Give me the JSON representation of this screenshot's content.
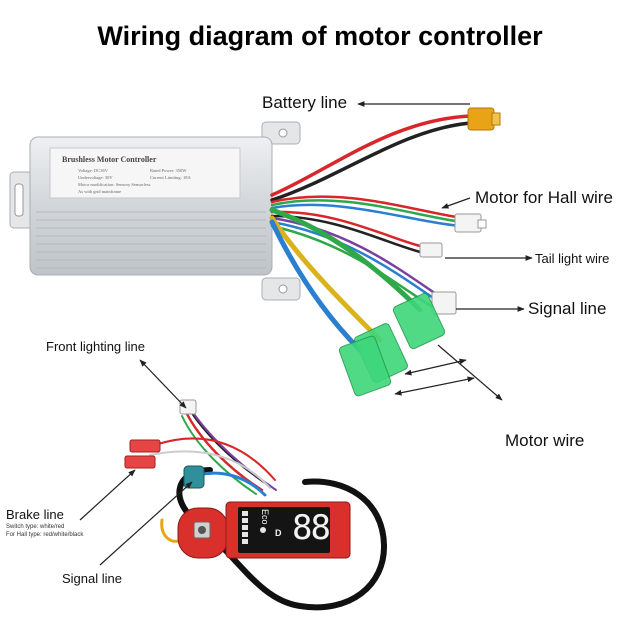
{
  "title": "Wiring diagram of motor controller",
  "labels": {
    "battery_line": "Battery line",
    "motor_hall_wire": "Motor for Hall wire",
    "tail_light_wire": "Tail light wire",
    "signal_line_right": "Signal line",
    "motor_wire": "Motor wire",
    "front_lighting_line": "Front lighting line",
    "brake_line": "Brake line",
    "brake_switch_note": "Switch type: white/red",
    "brake_hall_note": "For Hall type: red/white/black",
    "signal_line_left": "Signal line"
  },
  "controller_plate": {
    "heading": "Brushless Motor Controller",
    "row1_left": "Voltage: DC36V",
    "row1_right": "Rated Power: 350W",
    "row2_left": "Undervoltage: 30V",
    "row2_right": "Current Limiting: 18A",
    "row3": "Motor modification: Sensory Sensorless",
    "row4": "As with grid mainframe"
  },
  "display": {
    "mode_text": "Eco",
    "gear_text": "D",
    "speed_digits": "88"
  },
  "colors": {
    "controller_body": "#d9dde0",
    "connector_yellow": "#e8a317",
    "connector_green": "#3fd67a",
    "display_red": "#d9302b",
    "wire_red": "#d8262a",
    "wire_blue": "#2a7fd0",
    "wire_yellow": "#d9b21c",
    "wire_green": "#2fa84a"
  }
}
